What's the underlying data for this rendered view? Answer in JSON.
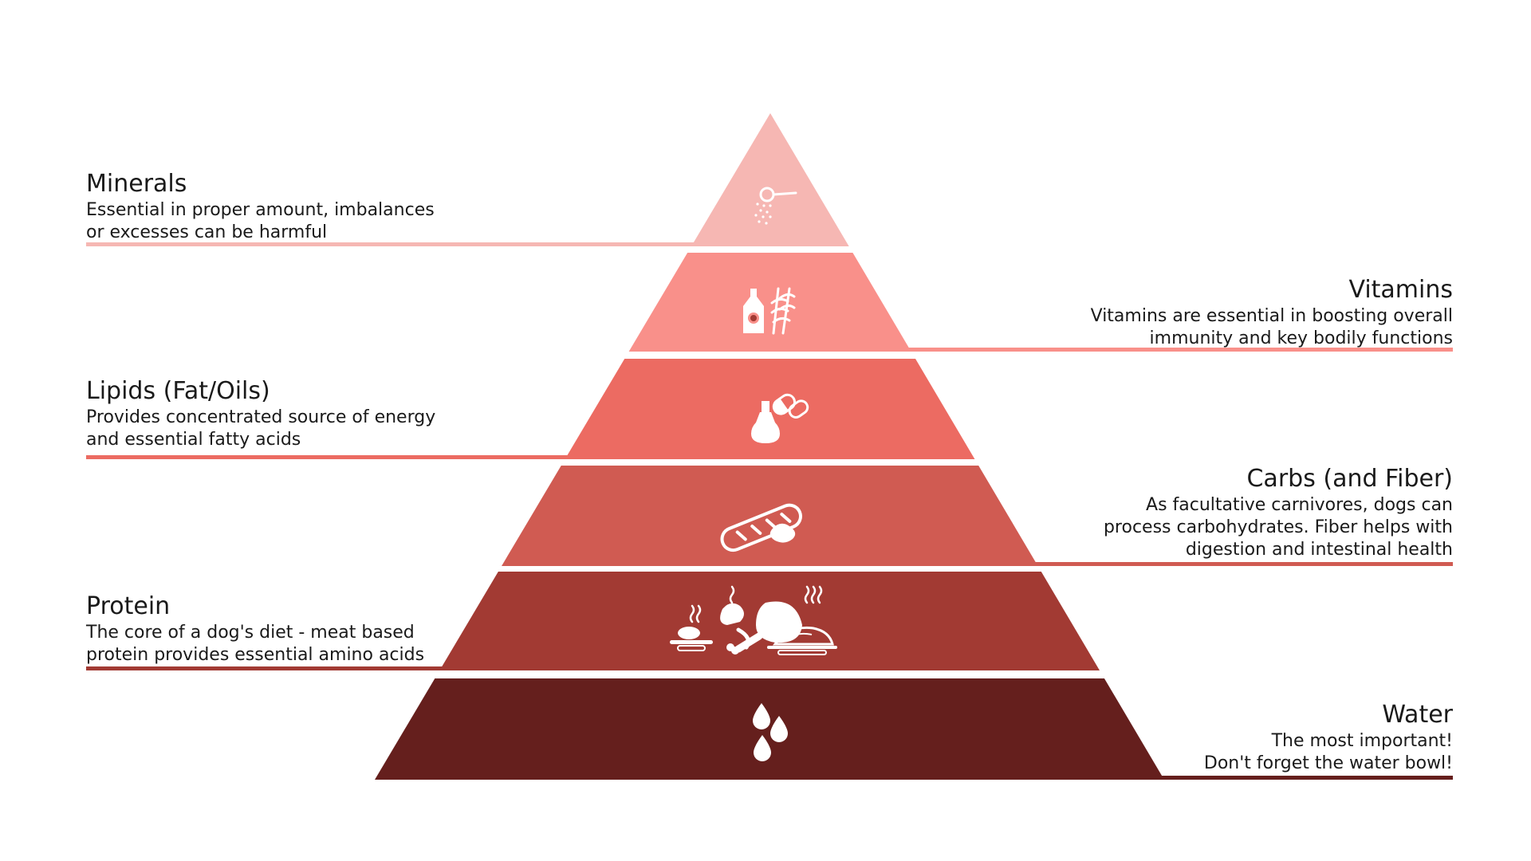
{
  "levels": [
    {
      "id": "minerals",
      "title": "Minerals",
      "description": "Essential in proper amount, imbalances\nor excesses can be harmful",
      "side": "left",
      "color": "#f6b7b3",
      "icon": "salt-shaker-icon"
    },
    {
      "id": "vitamins",
      "title": "Vitamins",
      "description": "Vitamins are essential in boosting overall\nimmunity and key bodily functions",
      "side": "right",
      "color": "#f9908a",
      "icon": "bottle-and-wheat-icon"
    },
    {
      "id": "lipids",
      "title": "Lipids (Fat/Oils)",
      "description": "Provides concentrated source of energy\nand essential fatty acids",
      "side": "left",
      "color": "#ec6b62",
      "icon": "oil-bottle-and-capsule-icon"
    },
    {
      "id": "carbs",
      "title": "Carbs (and Fiber)",
      "description": "As facultative carnivores, dogs can\nprocess carbohydrates. Fiber helps with\ndigestion and intestinal health",
      "side": "right",
      "color": "#d05b52",
      "icon": "bread-and-bean-icon"
    },
    {
      "id": "protein",
      "title": "Protein",
      "description": "The core of a dog's diet - meat based\nprotein provides essential amino acids",
      "side": "left",
      "color": "#a23a33",
      "icon": "meat-dishes-icon"
    },
    {
      "id": "water",
      "title": "Water",
      "description": "The most important!\nDon't forget the water bowl!",
      "side": "right",
      "color": "#651f1d",
      "icon": "water-drops-icon"
    }
  ]
}
